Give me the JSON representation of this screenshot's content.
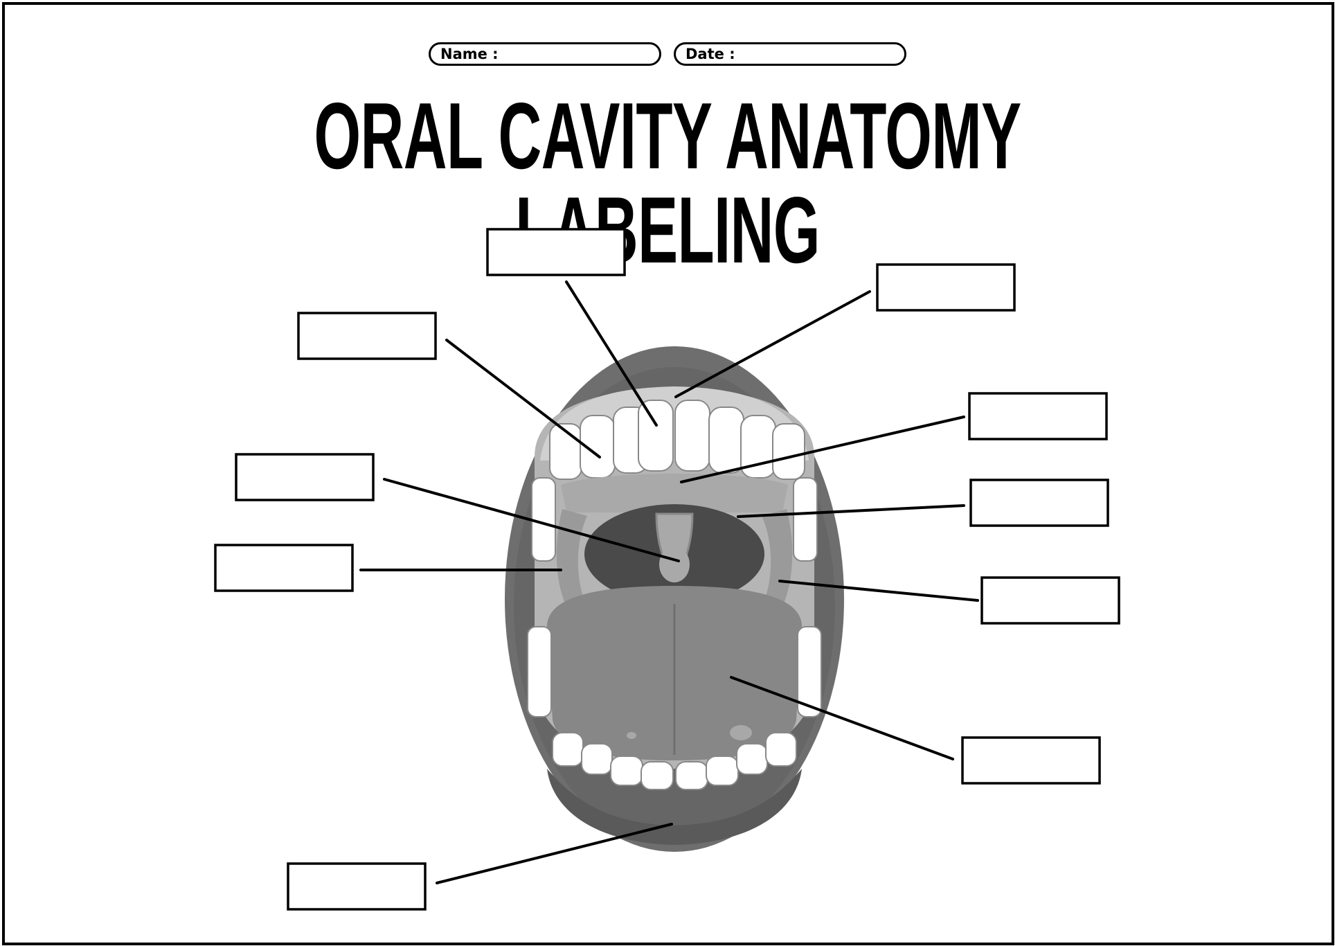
{
  "header": {
    "name_label": "Name :",
    "date_label": "Date :"
  },
  "title": "ORAL CAVITY ANATOMY LABELING",
  "colors": {
    "ink": "#000000",
    "lip": "#6e6e6e",
    "lip_dark": "#5a5a5a",
    "mouth_inner": "#b5b5b5",
    "teeth": "#ffffff",
    "throat": "#4a4a4a",
    "tongue": "#878787"
  }
}
